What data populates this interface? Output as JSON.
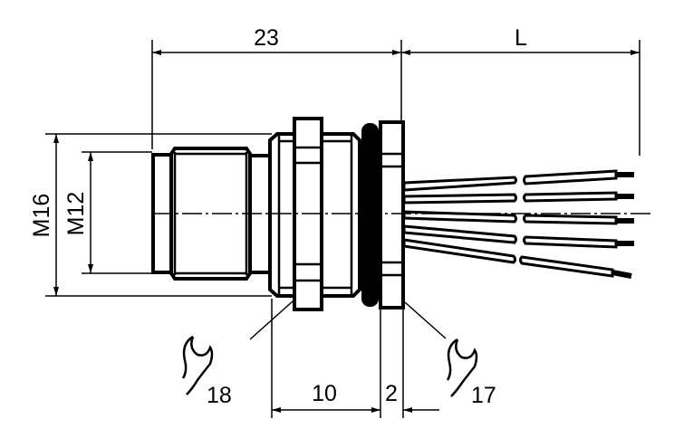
{
  "drawing": {
    "dimensions": {
      "overall_length": "23",
      "cable_length": "L",
      "outer_thread": "M16",
      "inner_thread": "M12",
      "nut_length": "10",
      "flange_thickness": "2"
    },
    "wrench_sizes": {
      "nut": "18",
      "flange": "17"
    },
    "wire_count": 5,
    "color": "#000000"
  }
}
